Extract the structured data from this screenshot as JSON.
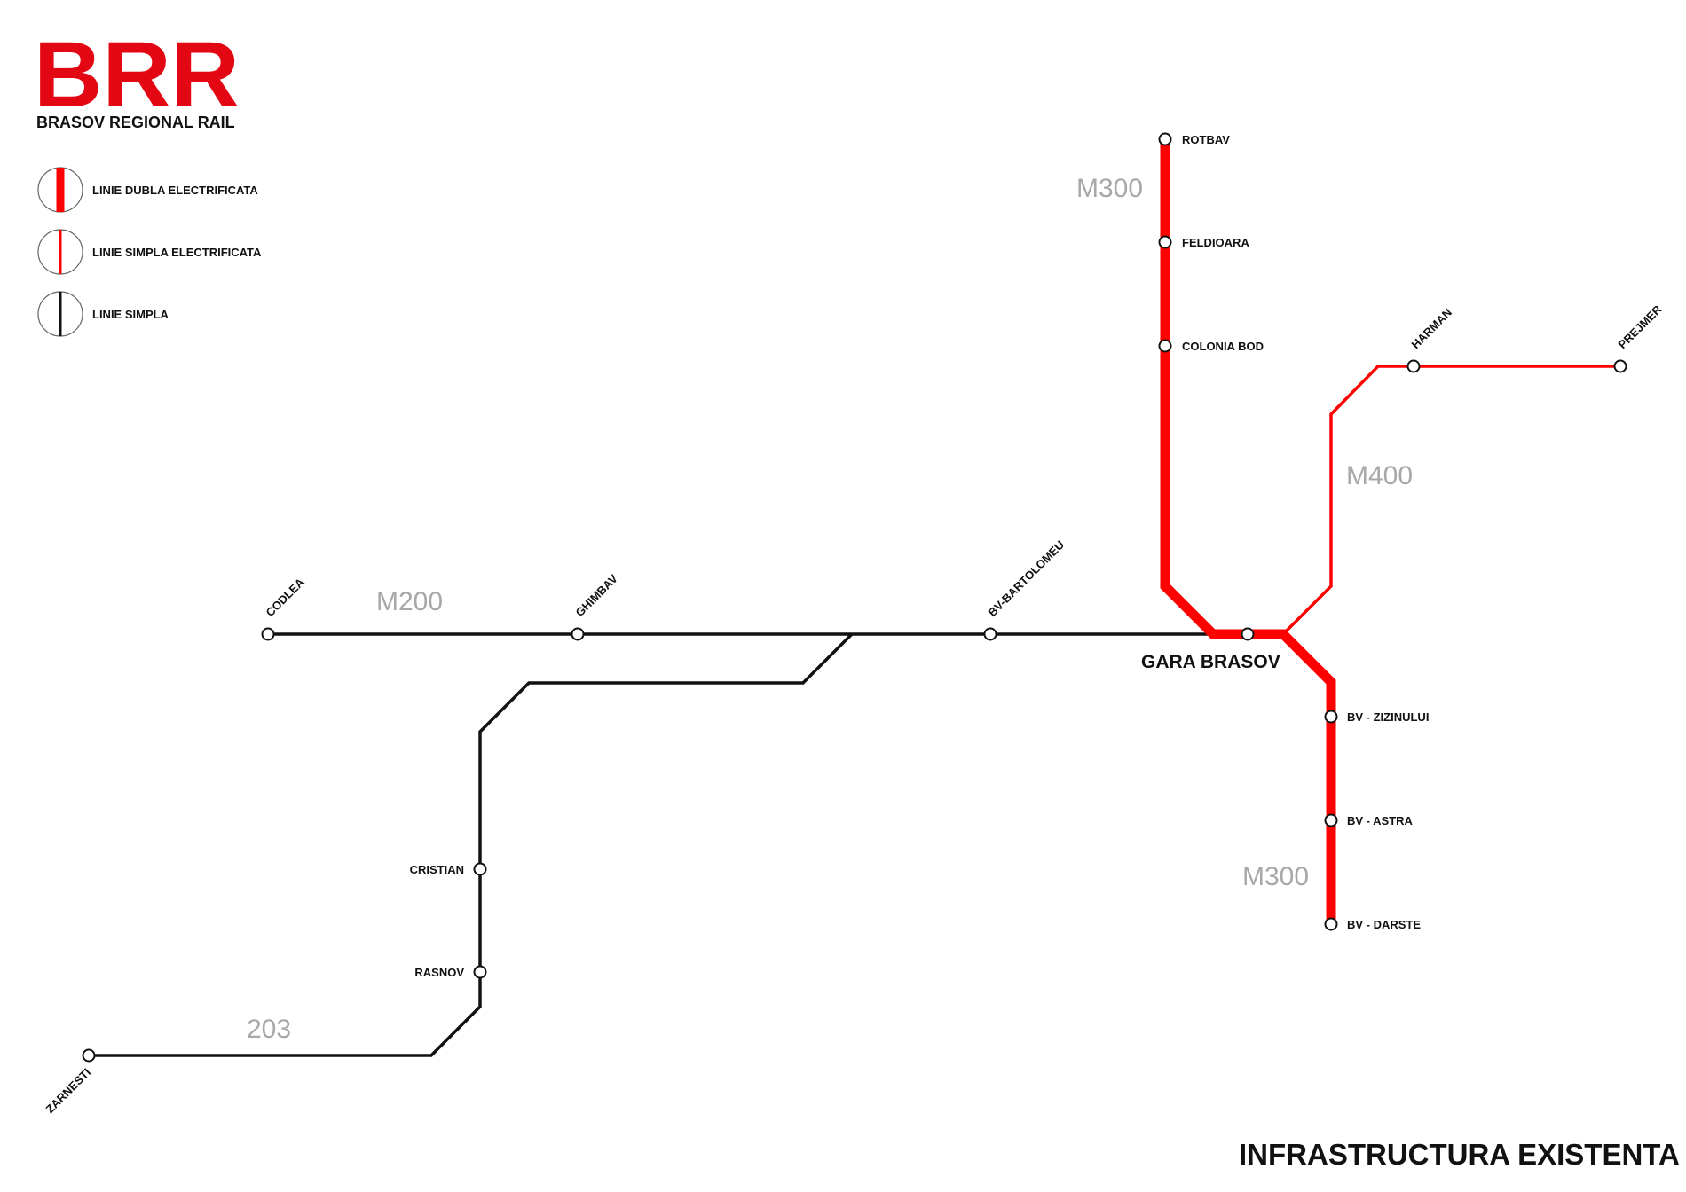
{
  "brand": {
    "logo": "BRR",
    "name": "BRASOV REGIONAL RAIL",
    "color": "#e30613"
  },
  "legend": [
    {
      "label": "LINIE DUBLA ELECTRIFICATA",
      "kind": "double-electrified",
      "color": "#ff0000"
    },
    {
      "label": "LINIE SIMPLA ELECTRIFICATA",
      "kind": "single-electrified",
      "color": "#ff0000"
    },
    {
      "label": "LINIE SIMPLA",
      "kind": "single",
      "color": "#111111"
    }
  ],
  "lines": {
    "m300_north": "M300",
    "m300_south": "M300",
    "m400": "M400",
    "m200": "M200",
    "l203": "203"
  },
  "hub": "GARA BRASOV",
  "stations": {
    "rotbav": "ROTBAV",
    "feldioara": "FELDIOARA",
    "colonia_bod": "COLONIA BOD",
    "harman": "HARMAN",
    "prejmer": "PREJMER",
    "codlea": "CODLEA",
    "ghimbav": "GHIMBAV",
    "bartolomeu": "BV-BARTOLOMEU",
    "zizinului": "BV - ZIZINULUI",
    "astra": "BV - ASTRA",
    "darste": "BV - DARSTE",
    "cristian": "CRISTIAN",
    "rasnov": "RASNOV",
    "zarnesti": "ZARNESTI"
  },
  "footer": "INFRASTRUCTURA EXISTENTA"
}
